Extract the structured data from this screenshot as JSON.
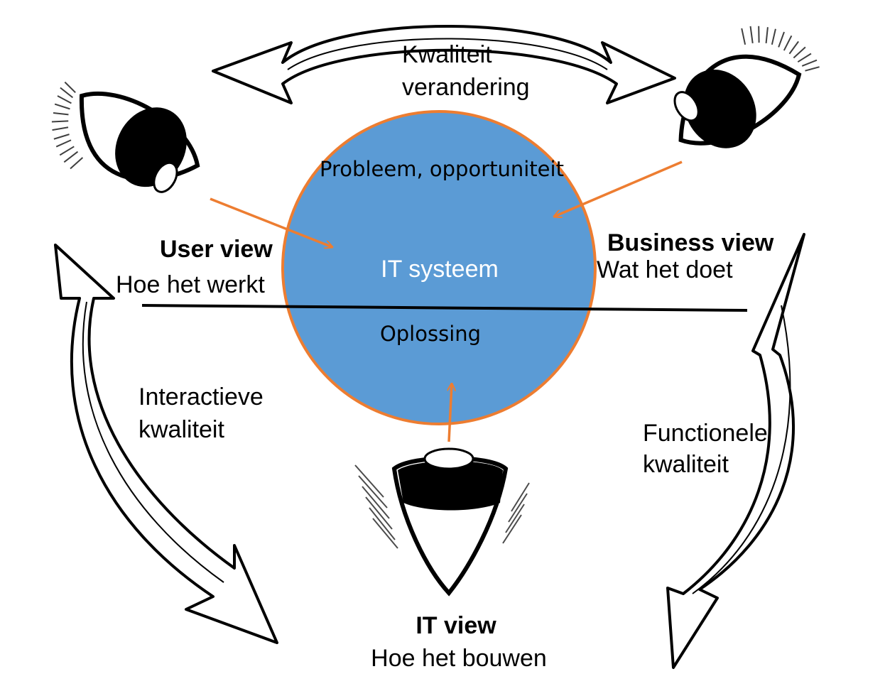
{
  "labels": {
    "top_arrow_line1": "Kwaliteit",
    "top_arrow_line2": "verandering",
    "circle_top": "Probleem, opportuniteit",
    "circle_center": "IT systeem",
    "circle_bottom": "Oplossing",
    "user_view_title": "User view",
    "user_view_sub": "Hoe het werkt",
    "business_view_title": "Business view",
    "business_view_sub": "Wat het doet",
    "it_view_title": "IT view",
    "it_view_sub": "Hoe het bouwen",
    "left_arrow_line1": "Interactieve",
    "left_arrow_line2": "kwaliteit",
    "right_arrow_line1": "Functionele",
    "right_arrow_line2": "kwaliteit"
  },
  "colors": {
    "circle_fill": "#5b9bd5",
    "circle_stroke": "#ed7d31",
    "pointer_arrow": "#ed7d31",
    "outline": "#000000",
    "circle_text_light": "#ffffff"
  },
  "icons": {
    "eye": "eye-icon",
    "curved_arrow": "curved-double-arrow-icon"
  }
}
